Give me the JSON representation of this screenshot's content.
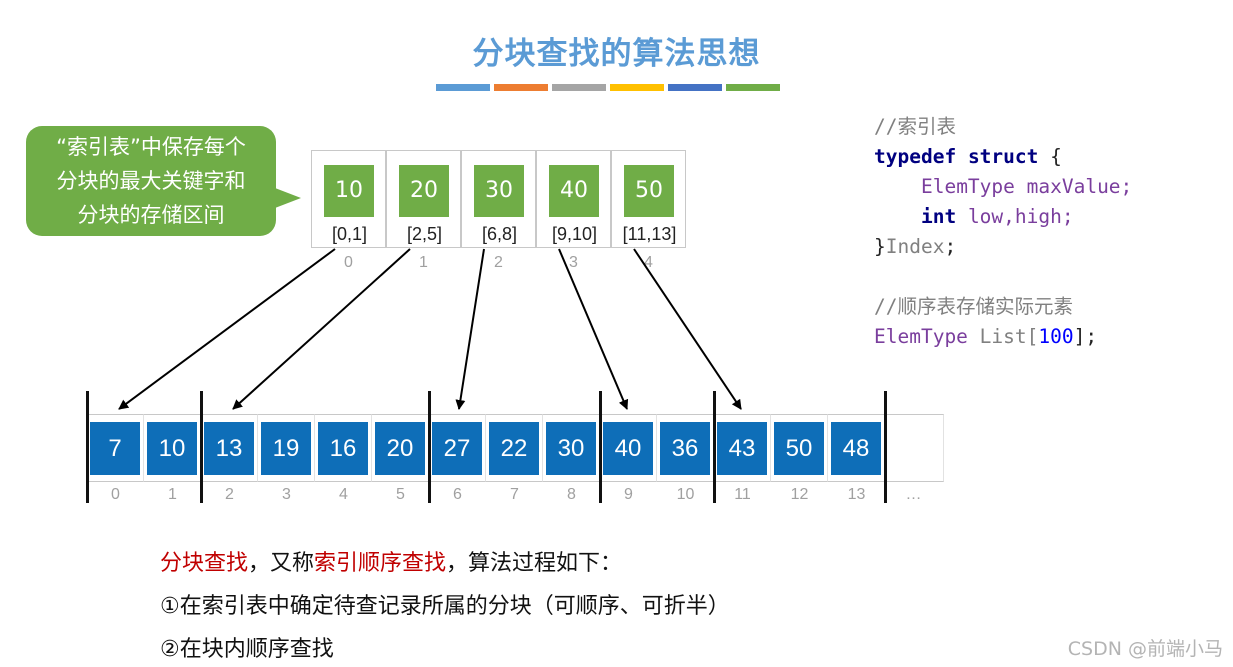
{
  "title": "分块查找的算法思想",
  "stripe_colors": [
    "#5b9bd5",
    "#ed7d31",
    "#a5a5a5",
    "#ffc000",
    "#4472c4",
    "#70ad47"
  ],
  "callout": {
    "lines": [
      "“索引表”中保存每个",
      "分块的最大关键字和",
      "分块的存储区间"
    ],
    "color": "#70ad47"
  },
  "index_table": {
    "entries": [
      {
        "max": "10",
        "range": "[0,1]",
        "index": "0"
      },
      {
        "max": "20",
        "range": "[2,5]",
        "index": "1"
      },
      {
        "max": "30",
        "range": "[6,8]",
        "index": "2"
      },
      {
        "max": "40",
        "range": "[9,10]",
        "index": "3"
      },
      {
        "max": "50",
        "range": "[11,13]",
        "index": "4"
      }
    ]
  },
  "list": {
    "values": [
      "7",
      "10",
      "13",
      "19",
      "16",
      "20",
      "27",
      "22",
      "30",
      "40",
      "36",
      "43",
      "50",
      "48"
    ],
    "indices": [
      "0",
      "1",
      "2",
      "3",
      "4",
      "5",
      "6",
      "7",
      "8",
      "9",
      "10",
      "11",
      "12",
      "13"
    ],
    "ellipsis": "…",
    "block_starts": [
      0,
      2,
      6,
      9,
      11
    ]
  },
  "code": {
    "comment1": "//索引表",
    "kw_typedef": "typedef",
    "kw_struct": "struct",
    "brace_open": " {",
    "type1": "ElemType",
    "field1": " maxValue;",
    "kw_int": "int",
    "field2": " low,high;",
    "brace_close": "}",
    "type_name": "Index",
    "semicolon": ";",
    "comment2": "//顺序表存储实际元素",
    "type2": "ElemType",
    "list_decl": " List[",
    "list_size": "100",
    "list_end": "];"
  },
  "description": {
    "line1_red_a": "分块查找",
    "line1_plain_a": "，又称",
    "line1_red_b": "索引顺序查找",
    "line1_plain_b": "，算法过程如下：",
    "step1": "①在索引表中确定待查记录所属的分块（可顺序、可折半）",
    "step2": "②在块内顺序查找"
  },
  "watermark": "CSDN @前端小马"
}
